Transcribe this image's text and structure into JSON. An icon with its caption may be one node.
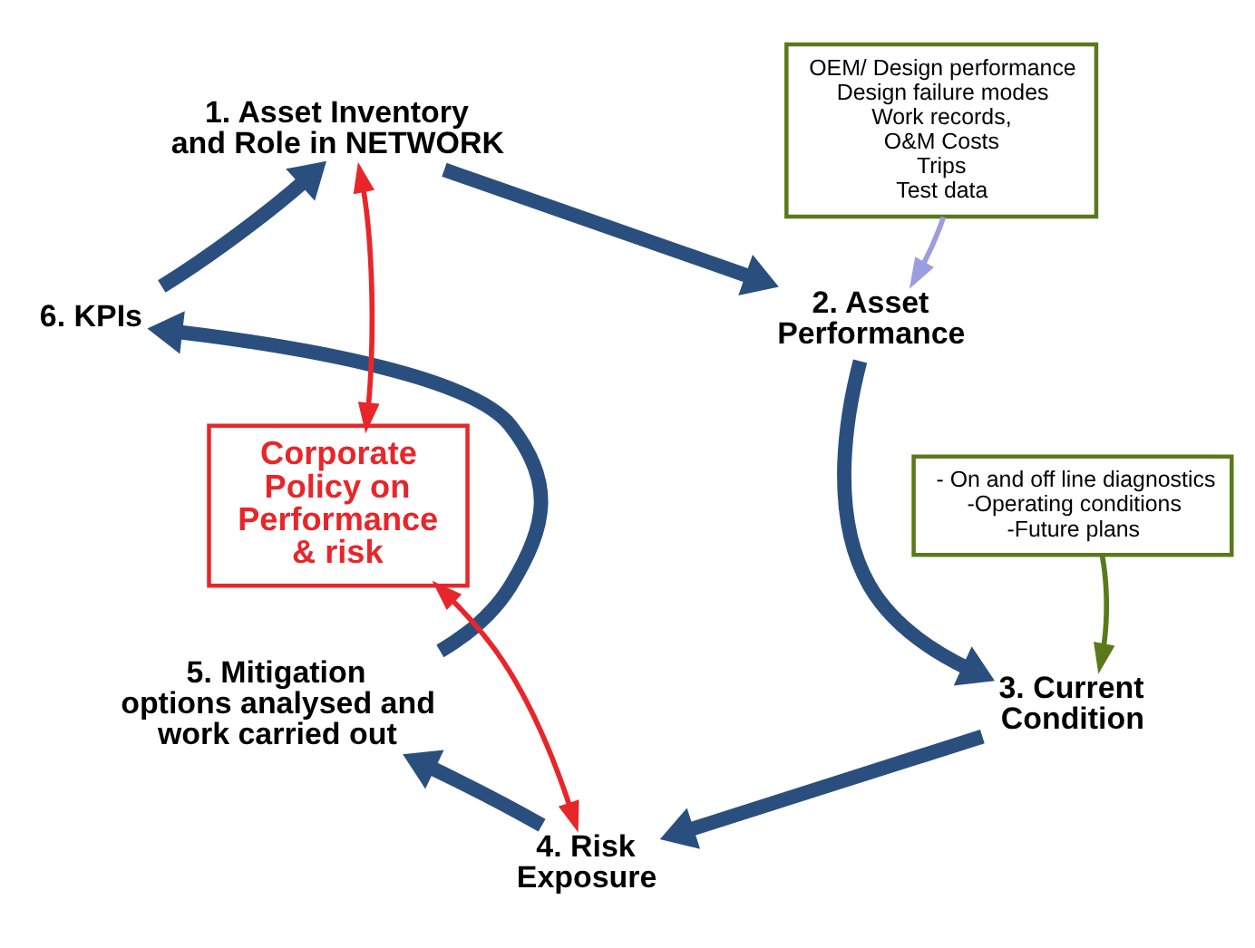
{
  "diagram": {
    "nodes": [
      {
        "text": [
          "1. Asset Inventory and Role in NETWORK"
        ]
      },
      {
        "text": [
          "2. Asset Performance"
        ]
      },
      {
        "text": [
          "3. Current Condition"
        ]
      },
      {
        "text": [
          "4. Risk Exposure"
        ]
      },
      {
        "text": [
          "5. Mitigation options analysed and work carried out"
        ]
      },
      {
        "text": [
          "6. KPIs"
        ]
      },
      {
        "text": [
          "Corporate Policy on Performance & risk"
        ]
      },
      {
        "text": [
          "OEM/ Design performance",
          "Design failure modes",
          "Work records,",
          "O&M Costs",
          "Trips",
          "Test data"
        ]
      },
      {
        "text": [
          "- On and off line diagnostics",
          "-Operating conditions",
          "-Future plans"
        ]
      }
    ],
    "edges": [
      {
        "from": 0,
        "to": 1,
        "arrow": "to"
      },
      {
        "from": 1,
        "to": 2,
        "arrow": "to"
      },
      {
        "from": 2,
        "to": 3,
        "arrow": "to"
      },
      {
        "from": 3,
        "to": 4,
        "arrow": "to"
      },
      {
        "from": 4,
        "to": 5,
        "arrow": "to"
      },
      {
        "from": 5,
        "to": 0,
        "arrow": "to"
      },
      {
        "from": 6,
        "to": 0,
        "arrow": "both",
        "color": "#e8262a"
      },
      {
        "from": 6,
        "to": 3,
        "arrow": "both",
        "color": "#e8262a"
      },
      {
        "from": 7,
        "to": 1,
        "arrow": "to",
        "color": "#9c9ce0"
      },
      {
        "from": 8,
        "to": 2,
        "arrow": "to",
        "color": "#5a7a1a"
      }
    ]
  }
}
